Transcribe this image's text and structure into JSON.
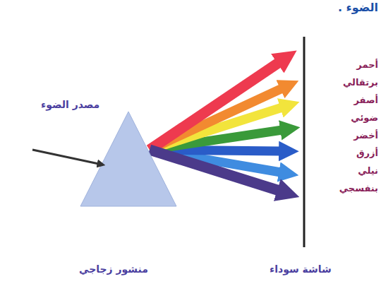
{
  "diagram": {
    "title": "الضوء .",
    "labels": [
      "مصدر الضوء",
      "أحمر",
      "برتقالي",
      "أصفر",
      "ضوئي",
      "أخضر",
      "أزرق",
      "نيلي",
      "بنفسجي",
      "منشور زجاجي",
      "شاشة سوداء"
    ]
  }
}
